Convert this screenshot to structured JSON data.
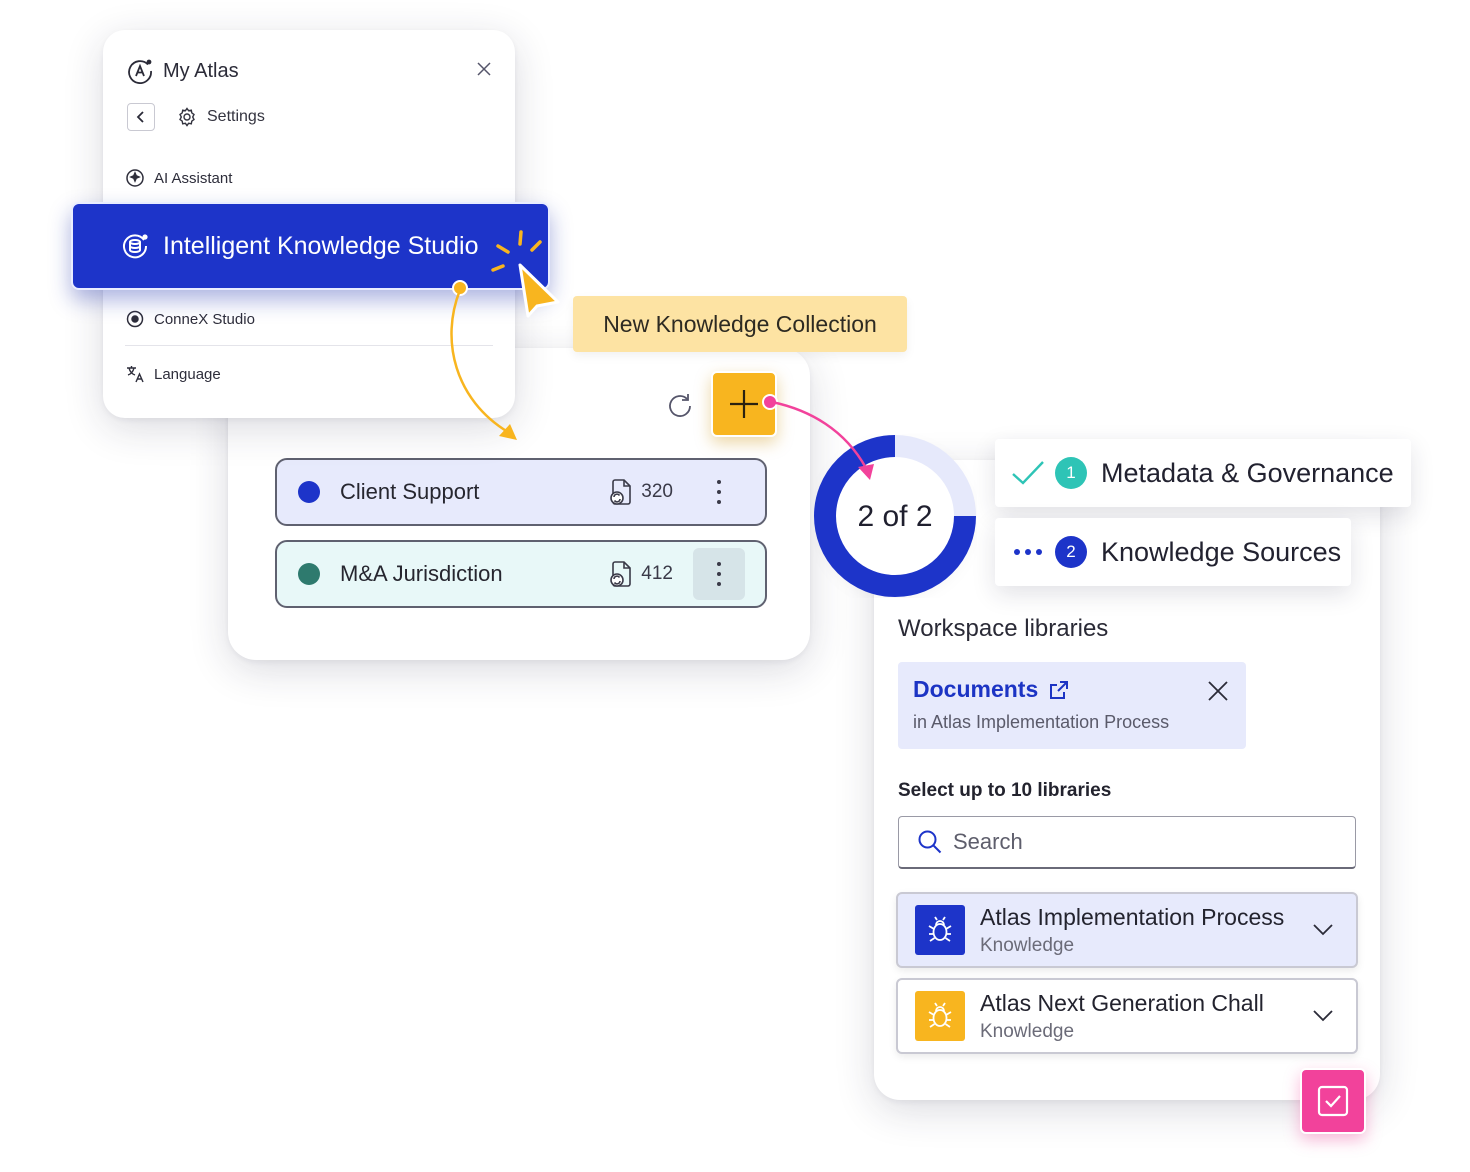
{
  "menu": {
    "title": "My Atlas",
    "settings_label": "Settings",
    "items": [
      {
        "label": "AI Assistant",
        "icon": "ai-assistant-icon"
      },
      {
        "label": "Intelligent Knowledge Studio",
        "icon": "knowledge-studio-icon",
        "selected": true
      },
      {
        "label": "ConneX Studio",
        "icon": "connex-icon"
      },
      {
        "label": "Language",
        "icon": "language-icon"
      }
    ]
  },
  "tooltip": {
    "text": "New Knowledge Collection"
  },
  "collections": [
    {
      "label": "Client Support",
      "count": "320",
      "dot_color": "#1d34c9",
      "bg": "#e7eafc"
    },
    {
      "label": "M&A Jurisdiction",
      "count": "412",
      "dot_color": "#2e7a6e",
      "bg": "#e8f8f8"
    }
  ],
  "progress": {
    "text": "2 of 2",
    "fraction": 0.75
  },
  "steps": [
    {
      "number": "1",
      "label": "Metadata & Governance",
      "state": "complete"
    },
    {
      "number": "2",
      "label": "Knowledge Sources",
      "state": "in-progress"
    }
  ],
  "workspace": {
    "title": "Workspace libraries",
    "selected_doc": {
      "name": "Documents",
      "location": "in Atlas Implementation Process"
    },
    "select_label": "Select up to 10 libraries",
    "search_placeholder": "Search",
    "libraries": [
      {
        "name": "Atlas Implementation Process",
        "type": "Knowledge",
        "icon_color": "#1d34c9",
        "bg": "#e7eafc"
      },
      {
        "name": "Atlas Next Generation Chall",
        "type": "Knowledge",
        "icon_color": "#f8b51f",
        "bg": "#ffffff"
      }
    ]
  },
  "colors": {
    "brand_blue": "#1d34c9",
    "accent_yellow": "#f8b51f",
    "accent_pink": "#f2429b",
    "teal": "#2ec4b6"
  }
}
